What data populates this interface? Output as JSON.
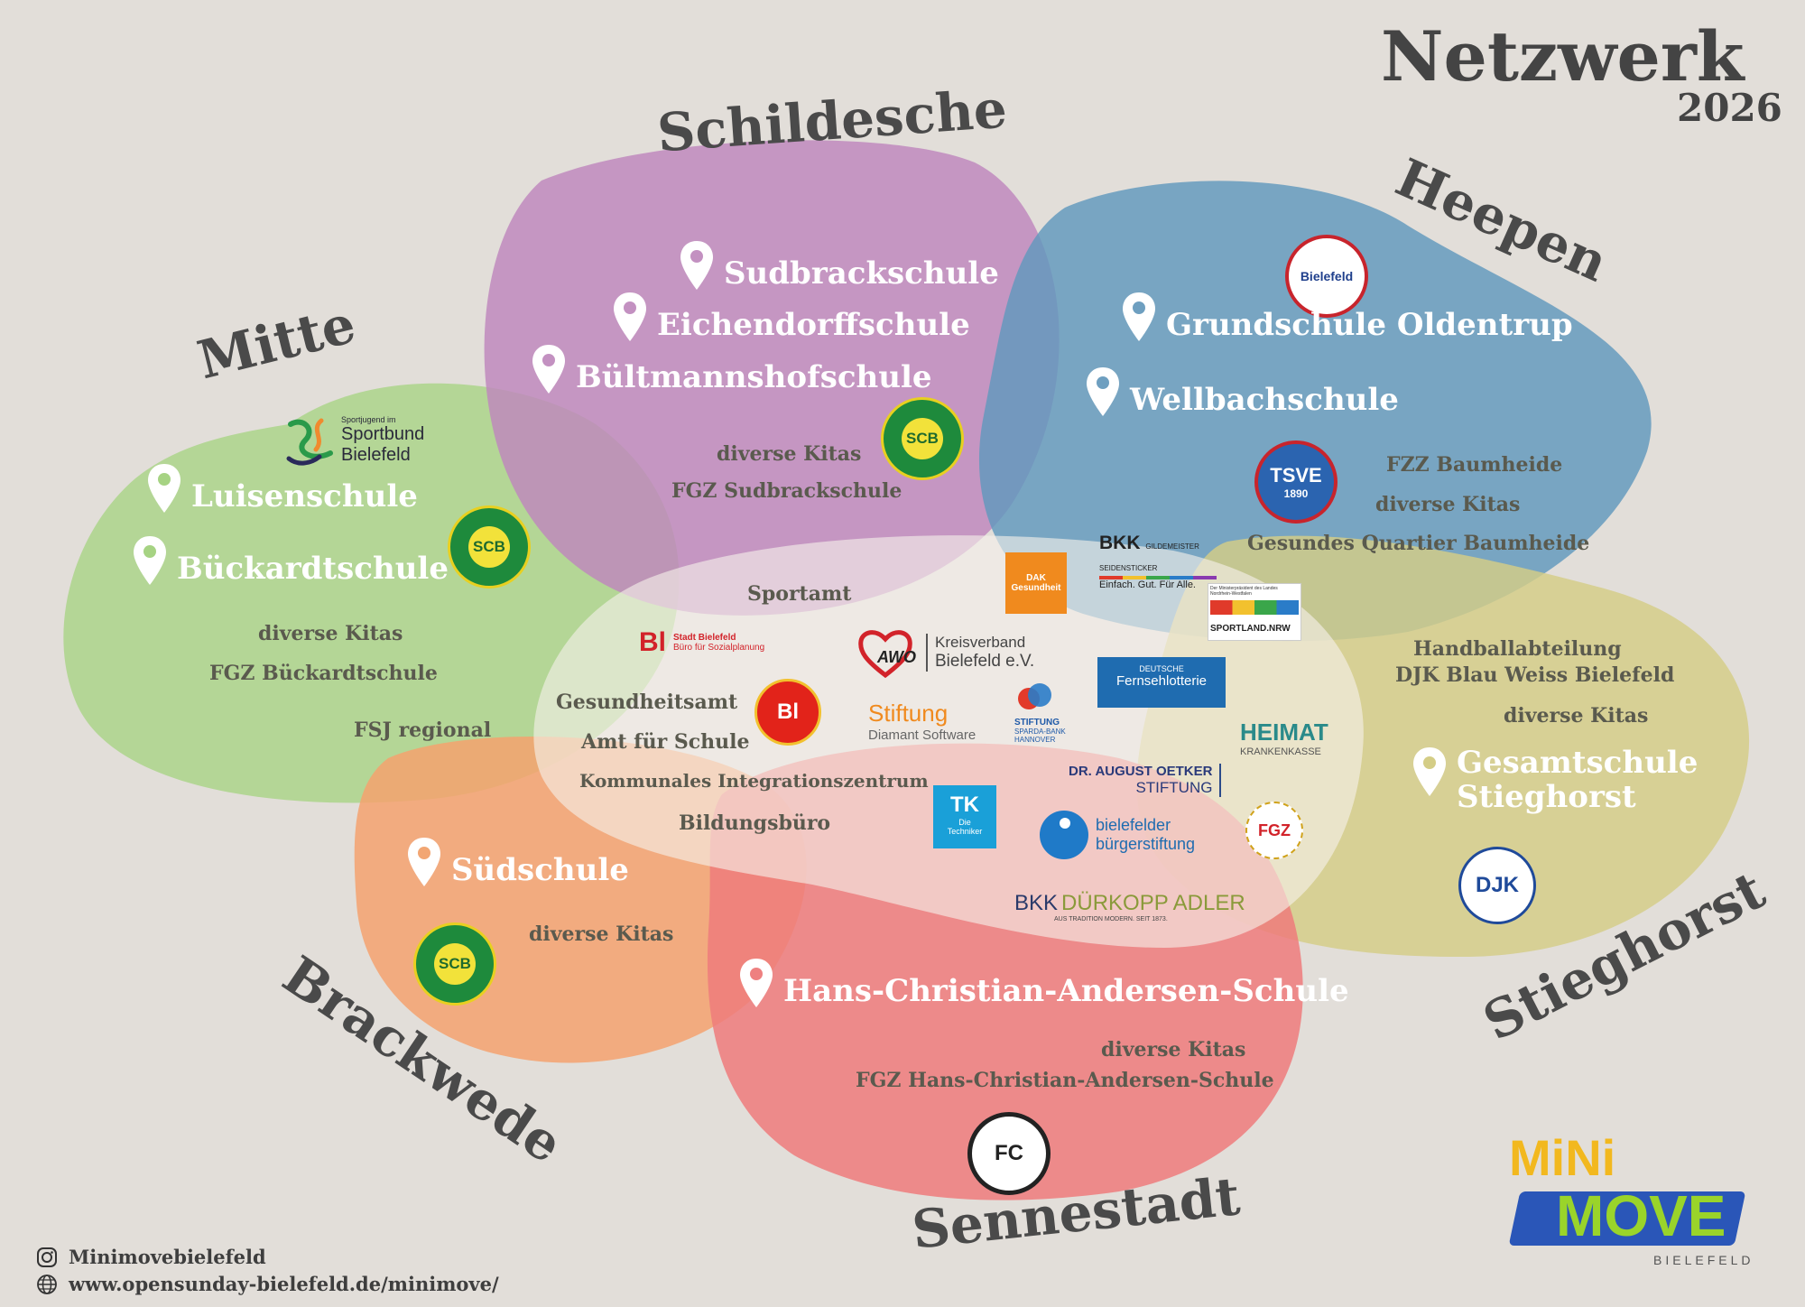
{
  "title": {
    "main": "Netzwerk",
    "year": "2026"
  },
  "districts": {
    "schildesche": "Schildesche",
    "heepen": "Heepen",
    "mitte": "Mitte",
    "stieghorst": "Stieghorst",
    "brackwede": "Brackwede",
    "sennestadt": "Sennestadt"
  },
  "colors": {
    "background": "#e2ded9",
    "mitte": "#b2d58e",
    "schildesche": "#c391c1",
    "heepen": "#6e9fc0",
    "stieghorst": "#d4cd8c",
    "brackwede": "#f2a673",
    "sennestadt": "#ee8080",
    "center": "#f2eee6"
  },
  "schildesche": {
    "schools": [
      "Sudbrackschule",
      "Eichendorffschule",
      "Bültmannshofschule"
    ],
    "items": [
      "diverse Kitas",
      "FGZ Sudbrackschule"
    ]
  },
  "heepen": {
    "schools": [
      "Grundschule Oldentrup",
      "Wellbachschule"
    ],
    "items": [
      "FZZ Baumheide",
      "diverse Kitas",
      "Gesundes Quartier Baumheide"
    ]
  },
  "mitte": {
    "schools": [
      "Luisenschule",
      "Bückardtschule"
    ],
    "items": [
      "diverse Kitas",
      "FGZ Bückardtschule",
      "FSJ regional"
    ]
  },
  "stieghorst": {
    "items": [
      "Handballabteilung",
      "DJK Blau Weiss Bielefeld",
      "diverse Kitas"
    ],
    "schools": [
      "Gesamtschule",
      "Stieghorst"
    ]
  },
  "brackwede": {
    "schools": [
      "Südschule"
    ],
    "items": [
      "diverse Kitas"
    ]
  },
  "sennestadt": {
    "schools": [
      "Hans-Christian-Andersen-Schule"
    ],
    "items": [
      "diverse Kitas",
      "FGZ Hans-Christian-Andersen-Schule"
    ]
  },
  "center": {
    "items": [
      "Sportamt",
      "Gesundheitsamt",
      "Amt für Schule",
      "Kommunales Integrationszentrum",
      "Bildungsbüro"
    ]
  },
  "logos": {
    "sportbund": {
      "line1": "Sportjugend im",
      "line2": "Sportbund",
      "line3": "Bielefeld"
    },
    "scb": "SCB",
    "tsg": "Bielefeld",
    "tsve": {
      "line1": "TSVE",
      "line2": "1890"
    },
    "bkk_gildemeister": {
      "line1": "BKK",
      "line2": "GILDEMEISTER SEIDENSTICKER",
      "line3": "Einfach. Gut. Für Alle."
    },
    "dak": "DAK Gesundheit",
    "sportland": {
      "line1": "Der Ministerpräsident des Landes Nordrhein-Westfalen",
      "line2": "SPORTLAND.NRW"
    },
    "stadt_bielefeld": {
      "mark": "Bl",
      "line1": "Stadt Bielefeld",
      "line2": "Büro für Sozialplanung"
    },
    "bielefeld_badge": "Bl",
    "awo": {
      "mark": "AWO",
      "line1": "Kreisverband",
      "line2": "Bielefeld e.V."
    },
    "fernsehlotterie": {
      "line1": "DEUTSCHE",
      "line2": "Fernsehlotterie"
    },
    "stiftung_diamant": {
      "line1": "Stiftung",
      "line2": "Diamant Software"
    },
    "stiftung_sparda": {
      "line1": "STIFTUNG",
      "line2": "SPARDA-BANK",
      "line3": "HANNOVER"
    },
    "heimat": {
      "line1": "HEIMAT",
      "line2": "KRANKENKASSE"
    },
    "oetker": {
      "line1": "DR. AUGUST OETKER",
      "line2": "STIFTUNG"
    },
    "tk": {
      "mark": "TK",
      "line1": "Die",
      "line2": "Techniker"
    },
    "buergerstiftung": {
      "line1": "bielefelder",
      "line2": "bürgerstiftung"
    },
    "fgz": "FGZ",
    "bkk_duerkopp": {
      "line1": "BKK",
      "line2": "DÜRKOPP ADLER",
      "line3": "AUS TRADITION MODERN. SEIT 1873."
    },
    "djk": "DJK",
    "fc": "FC"
  },
  "minimove": {
    "mini": "MiNi",
    "move": "MOVE",
    "city": "BIELEFELD"
  },
  "footer": {
    "instagram": "Minimovebielefeld",
    "web": "www.opensunday-bielefeld.de/minimove/"
  }
}
